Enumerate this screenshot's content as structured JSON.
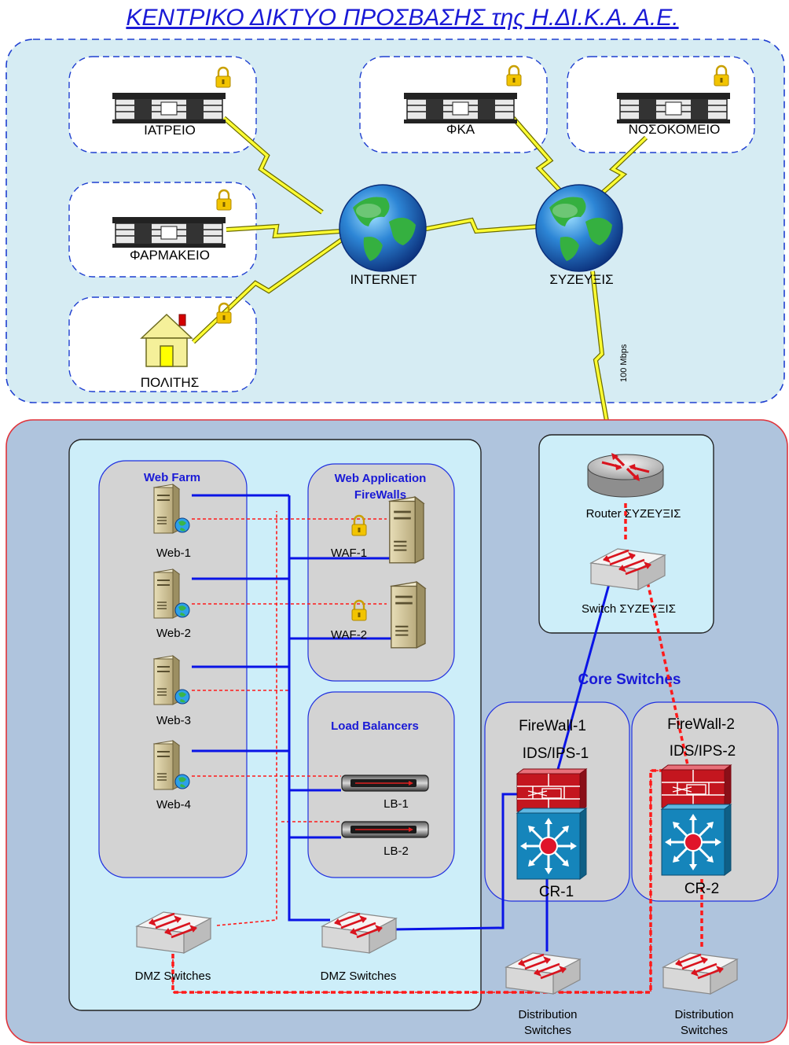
{
  "title": "ΚΕΝΤΡΙΚΟ ΔΙΚΤΥΟ ΠΡΟΣΒΑΣΗΣ της Η.ΔΙ.Κ.Α. Α.Ε.",
  "external": {
    "sites": {
      "iatreio": "ΙΑΤΡΕΙΟ",
      "farmakeio": "ΦΑΡΜΑΚΕΙΟ",
      "politis": "ΠΟΛΙΤΗΣ",
      "fka": "ΦΚΑ",
      "nosokomeio": "ΝΟΣΟΚΟΜΕΙΟ"
    },
    "clouds": {
      "internet": "INTERNET",
      "syzefxis": "ΣΥΖΕΥΞΙΣ"
    },
    "uplink_bandwidth": "100 Mbps"
  },
  "datacenter": {
    "web_farm": {
      "title": "Web Farm",
      "servers": [
        "Web-1",
        "Web-2",
        "Web-3",
        "Web-4"
      ]
    },
    "waf": {
      "title_line1": "Web Application",
      "title_line2": "FireWalls",
      "units": [
        "WAF-1",
        "WAF-2"
      ]
    },
    "load_balancers": {
      "title": "Load Balancers",
      "units": [
        "LB-1",
        "LB-2"
      ]
    },
    "dmz_switches": [
      "DMZ Switches",
      "DMZ Switches"
    ],
    "router_label": "Router ΣΥΖΕΥΞΙΣ",
    "switch_label": "Switch ΣΥΖΕΥΞΙΣ",
    "core": {
      "title": "Core Switches",
      "nodes": [
        {
          "firewall": "FireWall-1",
          "ids": "IDS/IPS-1",
          "name": "CR-1"
        },
        {
          "firewall": "FireWall-2",
          "ids": "IDS/IPS-2",
          "name": "CR-2"
        }
      ]
    },
    "distribution": [
      {
        "line1": "Distribution",
        "line2": "Switches"
      },
      {
        "line1": "Distribution",
        "line2": "Switches"
      }
    ]
  },
  "colors": {
    "title": "#1a1ad6",
    "top_zone_fill": "#d6ecf3",
    "bottom_zone_fill": "#afc4dd",
    "link_primary": "#0a14e6",
    "link_backup": "#ff1a1a",
    "wan_link": "#ffff33"
  }
}
